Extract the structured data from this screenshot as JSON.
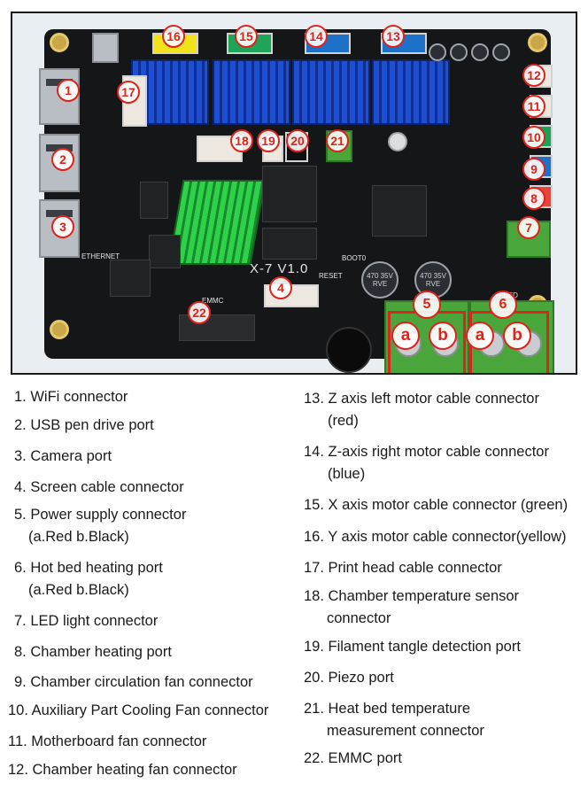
{
  "board": {
    "silk_model": "X-7  V1.0",
    "silk_emmc": "EMMC",
    "silk_hbed": "H-BED",
    "silk_ethernet": "ETHERNET",
    "silk_reset": "RESET",
    "silk_boot": "BOOT0",
    "cap_label": "470 35V RVE",
    "terminal_a": "a",
    "terminal_b": "b",
    "colors": {
      "pcb": "#141617",
      "heatsink": "#1f4fd1",
      "chip_heatsink": "#2fd14a",
      "terminal": "#4aa63a",
      "marker": "#e0221b"
    }
  },
  "markers": [
    "1",
    "2",
    "3",
    "4",
    "5",
    "6",
    "7",
    "8",
    "9",
    "10",
    "11",
    "12",
    "13",
    "14",
    "15",
    "16",
    "17",
    "18",
    "19",
    "20",
    "21",
    "22"
  ],
  "legend": [
    {
      "num": "1.",
      "text": "WiFi connector",
      "sub": ""
    },
    {
      "num": "2.",
      "text": "USB pen drive port",
      "sub": ""
    },
    {
      "num": "3.",
      "text": "Camera port",
      "sub": ""
    },
    {
      "num": "4.",
      "text": "Screen cable connector",
      "sub": ""
    },
    {
      "num": "5.",
      "text": "Power supply connector",
      "sub": "(a.Red   b.Black)"
    },
    {
      "num": "6.",
      "text": "Hot bed heating port",
      "sub": "(a.Red   b.Black)"
    },
    {
      "num": "7.",
      "text": "LED light connector",
      "sub": ""
    },
    {
      "num": "8.",
      "text": "Chamber heating port",
      "sub": ""
    },
    {
      "num": "9.",
      "text": "Chamber circulation fan connector",
      "sub": ""
    },
    {
      "num": "10.",
      "text": "Auxiliary Part Cooling Fan connector",
      "sub": ""
    },
    {
      "num": "11.",
      "text": "Motherboard fan connector",
      "sub": ""
    },
    {
      "num": "12.",
      "text": "Chamber heating fan connector",
      "sub": ""
    },
    {
      "num": "13.",
      "text": "Z axis left motor cable connector",
      "sub": "(red)"
    },
    {
      "num": "14.",
      "text": "Z-axis right motor cable connector",
      "sub": "(blue)"
    },
    {
      "num": "15.",
      "text": "X axis motor cable connector (green)",
      "sub": ""
    },
    {
      "num": "16.",
      "text": "Y axis motor cable connector(yellow)",
      "sub": ""
    },
    {
      "num": "17.",
      "text": "Print head cable connector",
      "sub": ""
    },
    {
      "num": "18.",
      "text": "Chamber temperature sensor",
      "sub": "connector"
    },
    {
      "num": "19.",
      "text": "Filament tangle detection port",
      "sub": ""
    },
    {
      "num": "20.",
      "text": "Piezo port",
      "sub": ""
    },
    {
      "num": "21.",
      "text": "Heat bed temperature",
      "sub": "measurement connector"
    },
    {
      "num": "22.",
      "text": "EMMC port",
      "sub": ""
    }
  ]
}
